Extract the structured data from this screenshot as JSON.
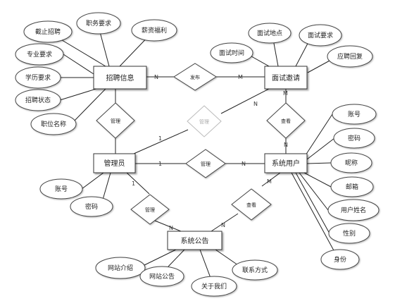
{
  "entities": {
    "recruitment": "招聘信息",
    "admin": "管理员",
    "interview": "面试邀请",
    "user": "系统用户",
    "announcement": "系统公告"
  },
  "attributes": {
    "recruitment": [
      "截止招聘",
      "职务要求",
      "薪资福利",
      "专业要求",
      "学历要求",
      "招聘状态",
      "职位名称"
    ],
    "interview": [
      "面试地点",
      "面试要求",
      "面试时间",
      "应聘回复"
    ],
    "admin": [
      "账号",
      "密码"
    ],
    "user": [
      "账号",
      "密码",
      "昵称",
      "邮箱",
      "用户姓名",
      "性别",
      "身份"
    ],
    "announcement": [
      "网站介绍",
      "网站公告",
      "关于我们",
      "联系方式"
    ]
  },
  "relationships": {
    "publish": "发布",
    "manage_recruit": "管理",
    "manage_interview": "管理",
    "manage_user": "管理",
    "view_interview": "查看",
    "manage_announce": "管理",
    "view_announce": "查看"
  },
  "cardinalities": {
    "N": "N",
    "M": "M",
    "one": "1"
  }
}
